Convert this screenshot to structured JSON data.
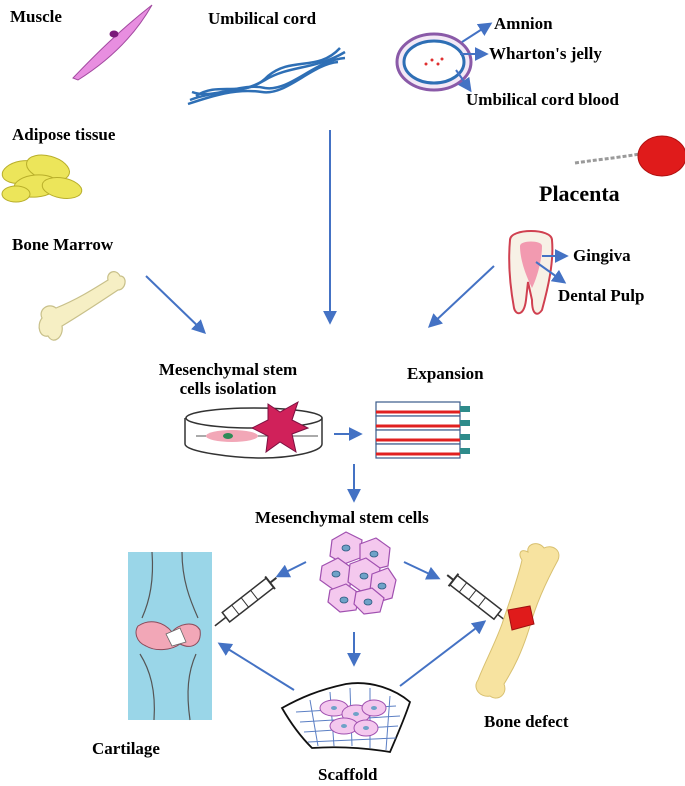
{
  "labels": {
    "muscle": "Muscle",
    "umbilical_cord": "Umbilical cord",
    "amnion": "Amnion",
    "whartons_jelly": "Wharton's jelly",
    "umbilical_cord_blood": "Umbilical cord blood",
    "adipose_tissue": "Adipose tissue",
    "placenta": "Placenta",
    "bone_marrow": "Bone Marrow",
    "gingiva": "Gingiva",
    "dental_pulp": "Dental Pulp",
    "msc_isolation_line1": "Mesenchymal stem",
    "msc_isolation_line2": "cells isolation",
    "expansion": "Expansion",
    "msc": "Mesenchymal stem cells",
    "cartilage": "Cartilage",
    "bone_defect": "Bone defect",
    "scaffold": "Scaffold"
  },
  "colors": {
    "arrow": "#4472c4",
    "muscle": "#e88ee0",
    "cord": "#2e6fb5",
    "adipose": "#ece55a",
    "bone": "#f6efc4",
    "placenta": "#e01b1b",
    "cell_fill": "#f4c8ee",
    "cell_nucleus": "#6fa2c8",
    "cartilage_bg": "#9ad6e8",
    "cartilage_pad": "#f2a7b7"
  }
}
